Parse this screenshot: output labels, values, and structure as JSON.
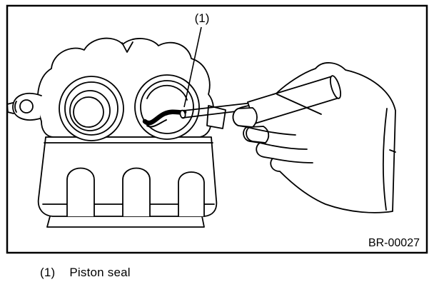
{
  "figure": {
    "callout_label": "(1)",
    "ref_code": "BR-00027"
  },
  "legend": {
    "number": "(1)",
    "label": "Piston seal"
  },
  "colors": {
    "line": "#000000",
    "background": "#ffffff"
  }
}
